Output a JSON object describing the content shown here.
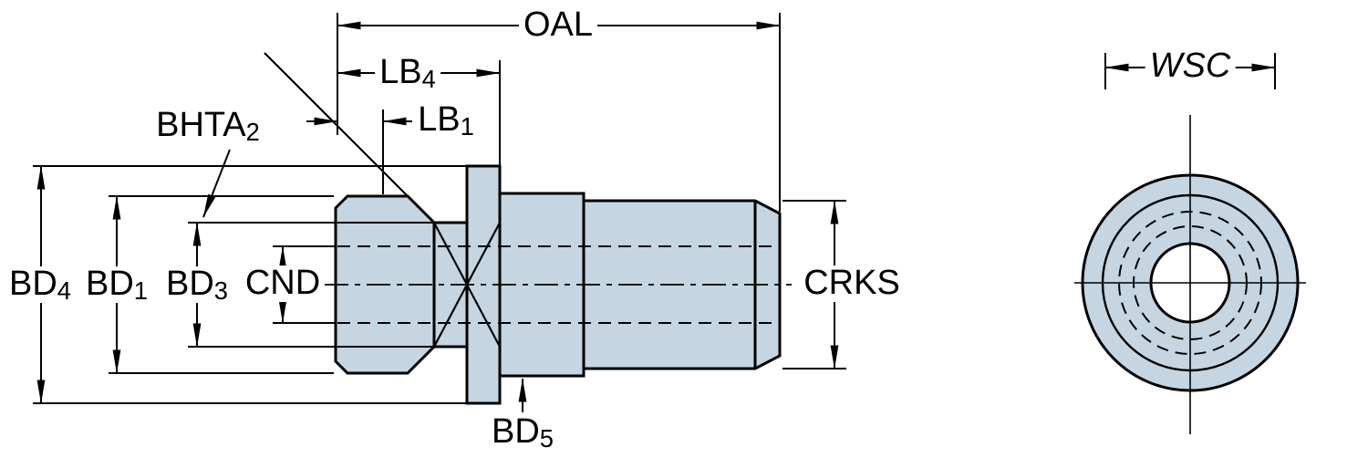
{
  "labels": {
    "oal": {
      "main": "OAL",
      "sub": ""
    },
    "lb4": {
      "main": "LB",
      "sub": "4"
    },
    "lb1": {
      "main": "LB",
      "sub": "1"
    },
    "bhta2": {
      "main": "BHTA",
      "sub": "2"
    },
    "bd4": {
      "main": "BD",
      "sub": "4"
    },
    "bd1": {
      "main": "BD",
      "sub": "1"
    },
    "bd3": {
      "main": "BD",
      "sub": "3"
    },
    "cnd": {
      "main": "CND",
      "sub": ""
    },
    "crks": {
      "main": "CRKS",
      "sub": ""
    },
    "bd5": {
      "main": "BD",
      "sub": "5"
    },
    "wsc": {
      "main": "WSC",
      "sub": ""
    }
  },
  "colors": {
    "part_fill": "#c5d5e1",
    "line": "#000000",
    "background": "#ffffff"
  }
}
